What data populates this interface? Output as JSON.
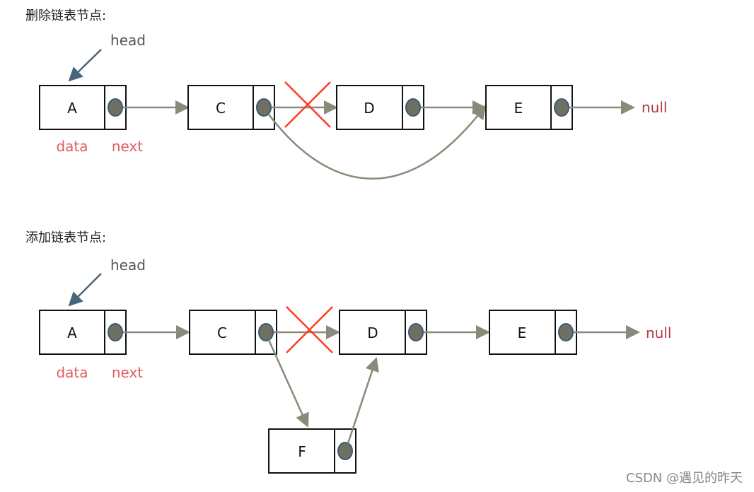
{
  "sections": [
    {
      "heading": "删除链表节点:",
      "head_label": "head",
      "data_label": "data",
      "next_label": "next",
      "null_label": "null",
      "nodes": [
        "A",
        "C",
        "D",
        "E"
      ]
    },
    {
      "heading": "添加链表节点:",
      "head_label": "head",
      "data_label": "data",
      "next_label": "next",
      "null_label": "null",
      "nodes": [
        "A",
        "C",
        "D",
        "E",
        "F"
      ]
    }
  ],
  "watermark": "CSDN @遇见的昨天",
  "colors": {
    "arrow": "#8a8a7a",
    "head_arrow": "#4a6478",
    "dot_fill": "#6f6f62",
    "dot_stroke": "#3d5a78",
    "cross": "#ff3b1f",
    "data_next": "#e35c5c",
    "null": "#b23a48"
  }
}
